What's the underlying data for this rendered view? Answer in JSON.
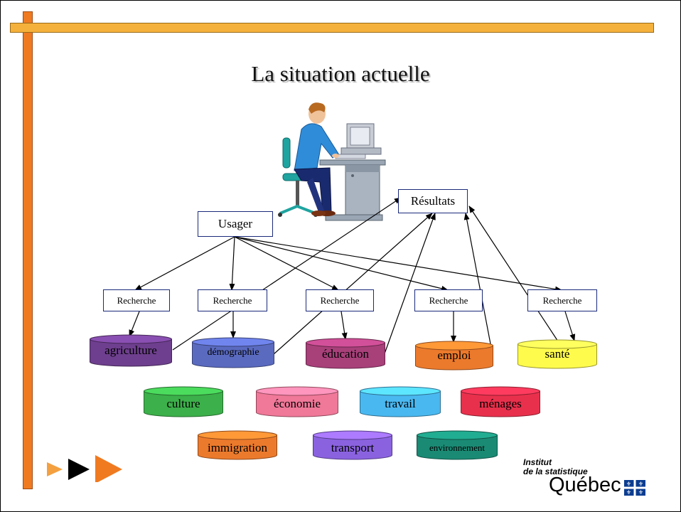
{
  "title": "La situation actuelle",
  "usager_label": "Usager",
  "resultats_label": "Résultats",
  "recherche_label": "Recherche",
  "databases_connected": [
    {
      "label": "agriculture",
      "color": "#6e3f8e"
    },
    {
      "label": "démographie",
      "color": "#5a6abf"
    },
    {
      "label": "éducation",
      "color": "#a8407a"
    },
    {
      "label": "emploi",
      "color": "#ec7a2c"
    },
    {
      "label": "santé",
      "color": "#fffb4c"
    }
  ],
  "databases_other": [
    {
      "label": "culture",
      "color": "#3cb04a"
    },
    {
      "label": "économie",
      "color": "#f07898"
    },
    {
      "label": "travail",
      "color": "#4ab8f0"
    },
    {
      "label": "ménages",
      "color": "#e8304c"
    },
    {
      "label": "immigration",
      "color": "#ec7a2c"
    },
    {
      "label": "transport",
      "color": "#8a62e0"
    },
    {
      "label": "environnement",
      "color": "#1a8a74"
    }
  ],
  "logo": {
    "line1": "Institut",
    "line2": "de la statistique",
    "line3": "Québec",
    "color": "#0b3d91"
  },
  "accent_colors": {
    "orange_bar": "#f07a20",
    "yellow_bar": "#f4b13c"
  }
}
